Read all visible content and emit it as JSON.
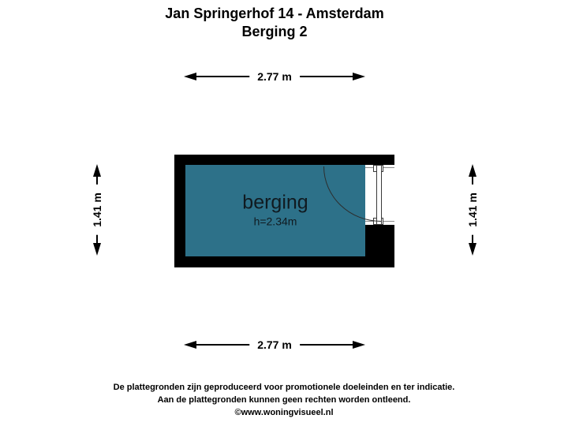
{
  "title": {
    "line1": "Jan Springerhof 14 - Amsterdam",
    "line2": "Berging 2"
  },
  "floorplan": {
    "room": {
      "label": "berging",
      "ceiling_height": "h=2.34m"
    },
    "dimensions": {
      "top": "2.77 m",
      "bottom": "2.77 m",
      "left": "1.41 m",
      "right": "1.41 m"
    },
    "colors": {
      "room_fill": "#2d7189",
      "wall": "#000000"
    }
  },
  "footer": {
    "line1": "De plattegronden zijn geproduceerd voor promotionele doeleinden en ter indicatie.",
    "line2": "Aan de plattegronden kunnen geen rechten worden ontleend.",
    "line3": "©www.woningvisueel.nl"
  }
}
